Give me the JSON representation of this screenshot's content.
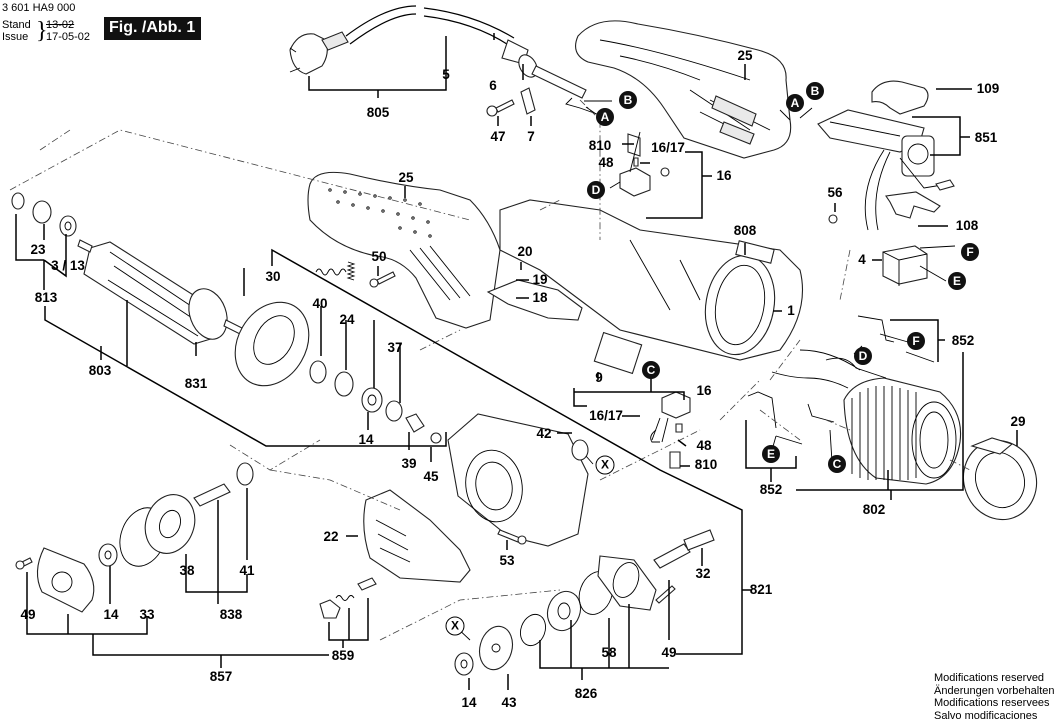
{
  "header": {
    "document_number": "3 601 HA9 000",
    "stand_label": "Stand",
    "issue_label": "Issue",
    "stand_value_struck": "13-02",
    "issue_date": "17-05-02",
    "figure_label": "Fig. /Abb. 1"
  },
  "notice": {
    "lines": [
      "Modifications reserved",
      "Änderungen vorbehalten",
      "Modifications reservees",
      "Salvo modificaciones"
    ]
  },
  "callouts": {
    "A": "A",
    "B": "B",
    "C": "C",
    "D": "D",
    "E": "E",
    "F": "F",
    "X": "X"
  },
  "part_labels": {
    "p805": "805",
    "p5": "5",
    "p6": "6",
    "p47": "47",
    "p7": "7",
    "p25_top": "25",
    "p109": "109",
    "p851": "851",
    "p810_top": "810",
    "p48_top": "48",
    "p16_17_top": "16/17",
    "p16_top": "16",
    "p56": "56",
    "p108": "108",
    "p4": "4",
    "p25_handle": "25",
    "p50": "50",
    "p20": "20",
    "p19": "19",
    "p18": "18",
    "p808": "808",
    "p1": "1",
    "p852_top": "852",
    "p23": "23",
    "p3_13": "3 / 13",
    "p813": "813",
    "p803": "803",
    "p831": "831",
    "p30": "30",
    "p40": "40",
    "p24": "24",
    "p37": "37",
    "p14_mid": "14",
    "p39": "39",
    "p45": "45",
    "p9": "9",
    "p16_mid": "16",
    "p16_17_mid": "16/17",
    "p48_mid": "48",
    "p810_mid": "810",
    "p42": "42",
    "p852_bottom": "852",
    "p802": "802",
    "p29": "29",
    "p22": "22",
    "p53": "53",
    "p32": "32",
    "p821": "821",
    "p38": "38",
    "p41": "41",
    "p838": "838",
    "p49_left": "49",
    "p14_left": "14",
    "p33": "33",
    "p857": "857",
    "p859": "859",
    "p58": "58",
    "p49_right": "49",
    "p14_bottom": "14",
    "p43": "43",
    "p826": "826"
  }
}
